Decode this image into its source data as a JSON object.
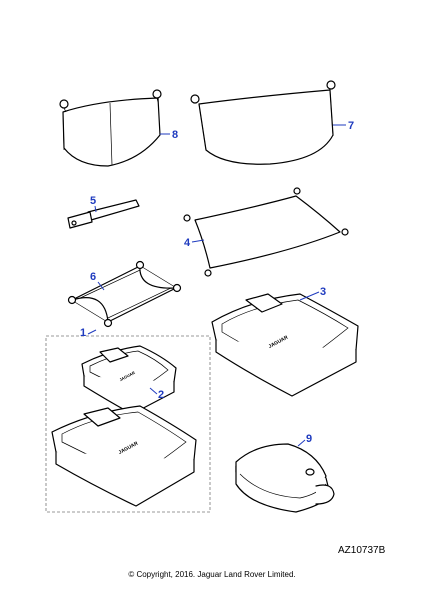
{
  "diagram": {
    "callouts": [
      {
        "id": "1",
        "label": "1"
      },
      {
        "id": "2",
        "label": "2"
      },
      {
        "id": "3",
        "label": "3"
      },
      {
        "id": "4",
        "label": "4"
      },
      {
        "id": "5",
        "label": "5"
      },
      {
        "id": "6",
        "label": "6"
      },
      {
        "id": "7",
        "label": "7"
      },
      {
        "id": "8",
        "label": "8"
      },
      {
        "id": "9",
        "label": "9"
      }
    ],
    "tray_emblem": "JAGUAR",
    "reference_code": "AZ10737B",
    "copyright": "© Copyright, 2016. Jaguar Land Rover Limited."
  },
  "colors": {
    "callout": "#1f3bbf",
    "line": "#000000",
    "dashed_box": "#777777"
  }
}
